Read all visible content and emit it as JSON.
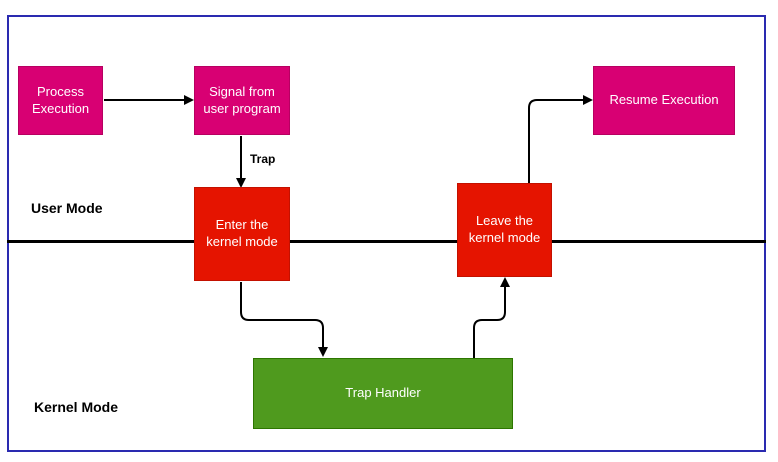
{
  "modes": {
    "user": "User Mode",
    "kernel": "Kernel Mode"
  },
  "nodes": {
    "process_execution": "Process\nExecution",
    "signal_from_user": "Signal from\nuser program",
    "enter_kernel": "Enter the\nkernel mode",
    "leave_kernel": "Leave the\nkernel mode",
    "resume_execution": "Resume Execution",
    "trap_handler": "Trap Handler"
  },
  "edges": {
    "trap_label": "Trap"
  },
  "colors": {
    "user_node": "#d80073",
    "transition_node": "#e51400",
    "handler_node": "#4f9a1e",
    "frame_border": "#2a2ab0"
  }
}
